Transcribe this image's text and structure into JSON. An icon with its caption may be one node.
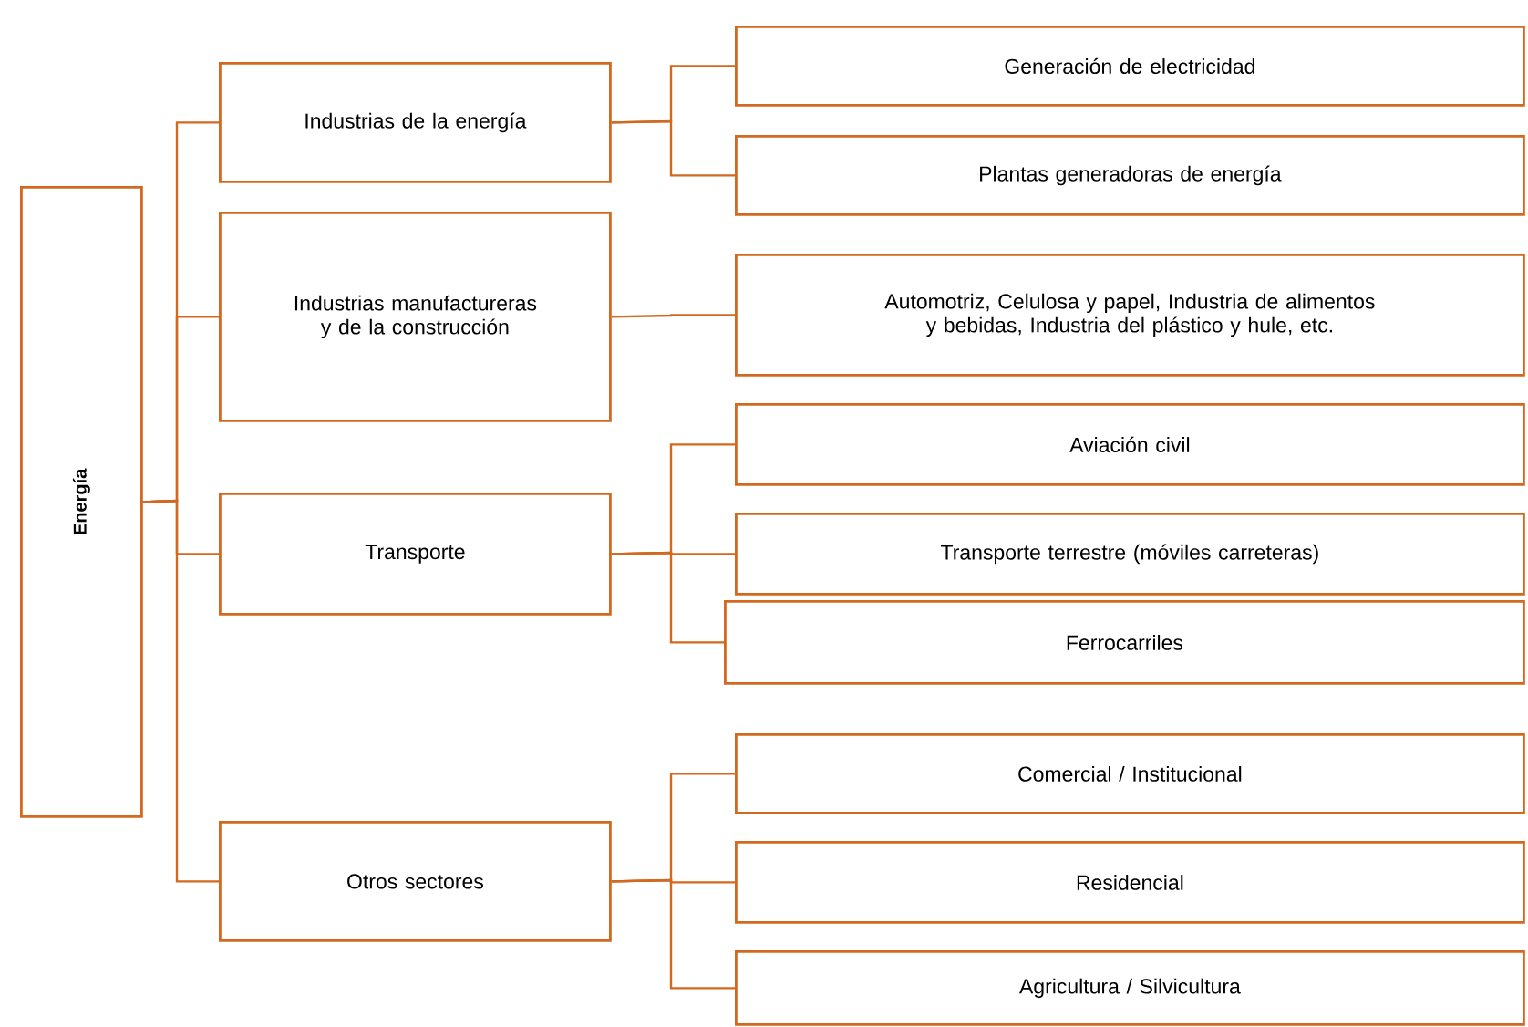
{
  "diagram": {
    "nodes": [
      {
        "text": [
          "Energía"
        ]
      },
      {
        "text": [
          "Industrias de la energía"
        ]
      },
      {
        "text": [
          "Industrias manufactureras y de la construcción"
        ]
      },
      {
        "text": [
          "Transporte"
        ]
      },
      {
        "text": [
          "Otros sectores"
        ]
      },
      {
        "text": [
          "Generación de electricidad"
        ]
      },
      {
        "text": [
          "Plantas generadoras de energía"
        ]
      },
      {
        "text": [
          "Automotriz, Celulosa y papel, Industria de alimentos y bebidas, Industria del plástico y hule, etc."
        ]
      },
      {
        "text": [
          "Aviación civil"
        ]
      },
      {
        "text": [
          "Transporte terrestre (móviles carreteras)"
        ]
      },
      {
        "text": [
          "Ferrocarriles"
        ]
      },
      {
        "text": [
          "Comercial / Institucional"
        ]
      },
      {
        "text": [
          "Residencial"
        ]
      },
      {
        "text": [
          "Agricultura / Silvicultura"
        ]
      }
    ],
    "edges": [
      {
        "from": 0,
        "to": 1,
        "arrow": "none"
      },
      {
        "from": 0,
        "to": 2,
        "arrow": "none"
      },
      {
        "from": 0,
        "to": 3,
        "arrow": "none"
      },
      {
        "from": 0,
        "to": 4,
        "arrow": "none"
      },
      {
        "from": 1,
        "to": 5,
        "arrow": "none"
      },
      {
        "from": 1,
        "to": 6,
        "arrow": "none"
      },
      {
        "from": 2,
        "to": 7,
        "arrow": "none"
      },
      {
        "from": 3,
        "to": 8,
        "arrow": "none"
      },
      {
        "from": 3,
        "to": 9,
        "arrow": "none"
      },
      {
        "from": 3,
        "to": 10,
        "arrow": "none"
      },
      {
        "from": 4,
        "to": 11,
        "arrow": "none"
      },
      {
        "from": 4,
        "to": 12,
        "arrow": "none"
      },
      {
        "from": 4,
        "to": 13,
        "arrow": "none"
      }
    ]
  }
}
